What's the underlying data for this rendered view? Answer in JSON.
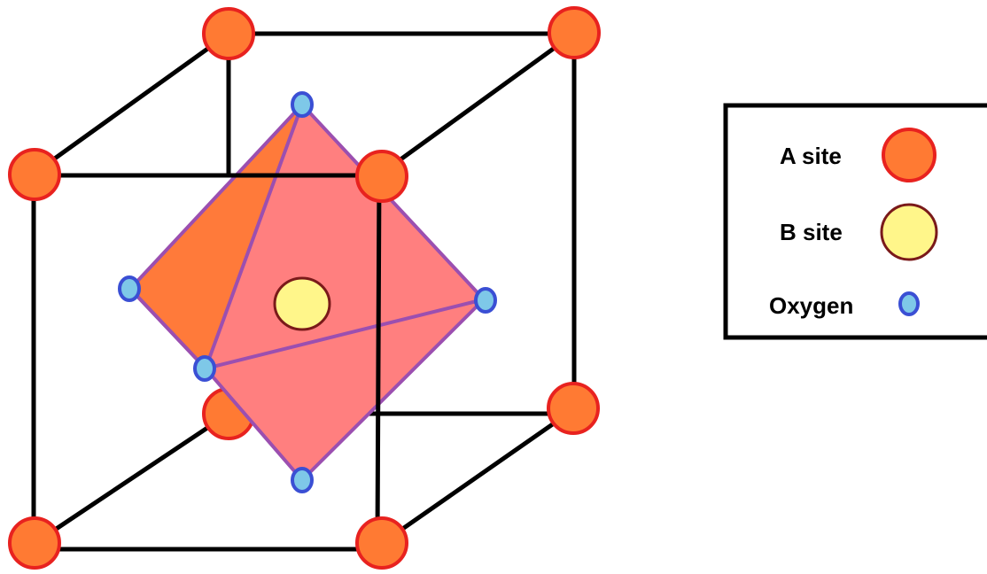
{
  "legend": {
    "a_site_label": "A site",
    "b_site_label": "B site",
    "oxygen_label": "Oxygen"
  },
  "colors": {
    "a_site_fill": "#ff7a33",
    "a_site_stroke": "#e8221f",
    "b_site_fill": "#fff68a",
    "b_site_stroke": "#7a1a1a",
    "oxygen_fill": "#7ec8e8",
    "oxygen_stroke": "#3a4fd4",
    "octahedron_face": "#ff7f7f",
    "octahedron_back_face": "#ff7a3a",
    "octahedron_edge": "#9b4fb0",
    "cube_edge": "#000000"
  }
}
